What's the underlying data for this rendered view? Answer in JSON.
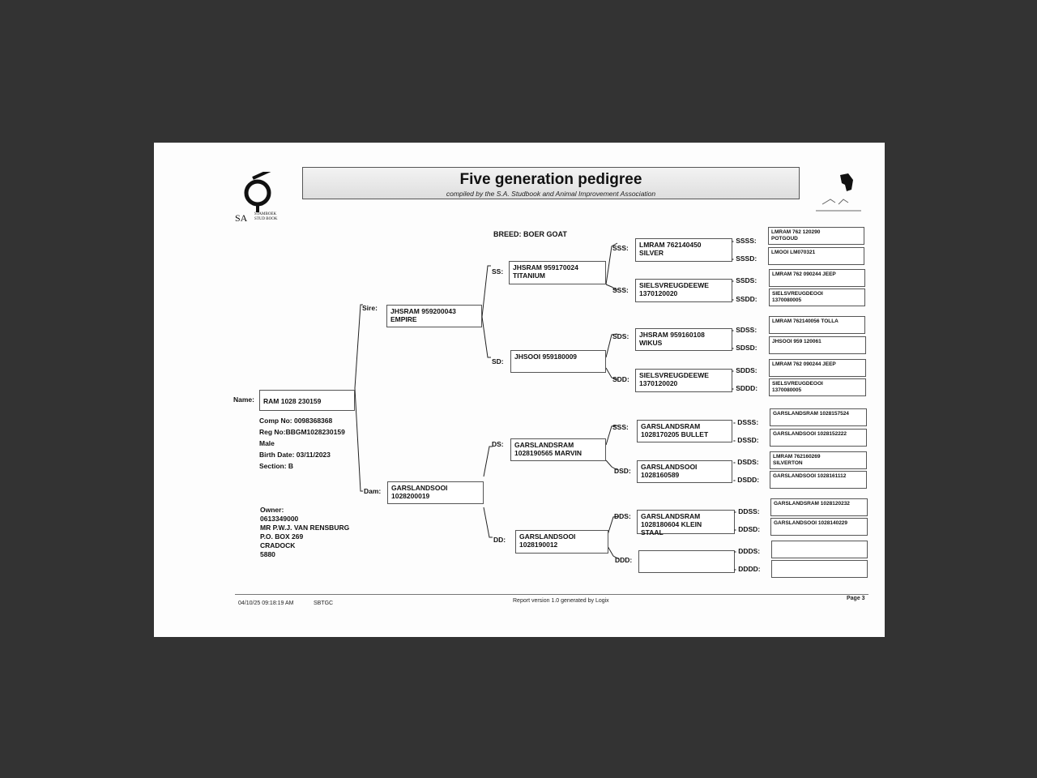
{
  "header": {
    "title": "Five generation pedigree",
    "subtitle": "compiled by the S.A. Studbook and Animal Improvement Association",
    "logo_text_small": "SA",
    "logo_text_line1": "STAMBOEK",
    "logo_text_line2": "STUD BOOK",
    "breed": "BREED: BOER GOAT"
  },
  "animal": {
    "name_label": "Name:",
    "name": "RAM 1028 230159",
    "comp_no": "Comp No: 0098368368",
    "reg_no": "Reg No:BBGM1028230159",
    "sex": "Male",
    "birth_date": "Birth Date: 03/11/2023",
    "section": "Section: B"
  },
  "owner": {
    "label": "Owner:",
    "number": "0613349000",
    "name": "MR P.W.J. VAN RENSBURG",
    "address1": "P.O. BOX 269",
    "address2": "CRADOCK",
    "code": "5880"
  },
  "labels": {
    "sire": "Sire:",
    "dam": "Dam:",
    "ss": "SS:",
    "sd": "SD:",
    "ds": "DS:",
    "dd": "DD:",
    "sss": "SSS:",
    "ssd": "SSS:",
    "sds": "SDS:",
    "sdd": "SDD:",
    "dss": "SSS:",
    "dsd": "DSD:",
    "dds": "DDS:",
    "ddd": "DDD:",
    "ssss": "- SSSS:",
    "sssd": "- SSSD:",
    "ssds": "- SSDS:",
    "ssdd": "- SSDD:",
    "sdss": "- SDSS:",
    "sdsd": "- SDSD:",
    "sdds": "- SDDS:",
    "sddd": "- SDDD:",
    "dsss": "- DSSS:",
    "dssd": "- DSSD:",
    "dsds": "- DSDS:",
    "dsdd": "- DSDD:",
    "ddss": "- DDSS:",
    "ddsd": "- DDSD:",
    "ddds": "- DDDS:",
    "dddd": "- DDDD:"
  },
  "gen1": {
    "sire": "JHSRAM 959200043\nEMPIRE",
    "dam": "GARSLANDSOOI\n1028200019"
  },
  "gen2": {
    "ss": "JHSRAM 959170024\nTITANIUM",
    "sd": "JHSOOI 959180009",
    "ds": "GARSLANDSRAM\n1028190565 MARVIN",
    "dd": "GARSLANDSOOI\n1028190012"
  },
  "gen3": {
    "sss": "LMRAM 762140450\nSILVER",
    "ssd": "SIELSVREUGDEEWE\n1370120020",
    "sds": "JHSRAM 959160108\nWIKUS",
    "sdd": "SIELSVREUGDEEWE\n1370120020",
    "dss": "GARSLANDSRAM\n1028170205 BULLET",
    "dsd": "GARSLANDSOOI\n1028160589",
    "dds": "GARSLANDSRAM\n1028180604 KLEIN\nSTAAL",
    "ddd": ""
  },
  "gen4": {
    "ssss": "LMRAM 762 120290\nPOTGOUD",
    "sssd": "LMOOI LM070321",
    "ssds": "LMRAM 762 090244 JEEP",
    "ssdd": "SIELSVREUGDEOOI\n1370080005",
    "sdss": "LMRAM 762140056 TOLLA",
    "sdsd": "JHSOOI 959 120061",
    "sdds": "LMRAM 762 090244 JEEP",
    "sddd": "SIELSVREUGDEOOI\n1370080005",
    "dsss": "GARSLANDSRAM 1028157524",
    "dssd": "GARSLANDSOOI 1028152222",
    "dsds": "LMRAM 762160269\nSILVERTON",
    "dsdd": "GARSLANDSOOI 1028161112",
    "ddss": "GARSLANDSRAM 1028120232",
    "ddsd": "GARSLANDSOOI 1028140229",
    "ddds": "",
    "dddd": ""
  },
  "footer": {
    "datetime": "04/10/25 09:18:19 AM",
    "code": "SBTGC",
    "report": "Report version 1.0  generated by Logix",
    "page": "Page 3"
  },
  "colors": {
    "background": "#333333",
    "paper": "#fdfdfd",
    "ink": "#111111",
    "header_fill": "#e6e6e6"
  }
}
